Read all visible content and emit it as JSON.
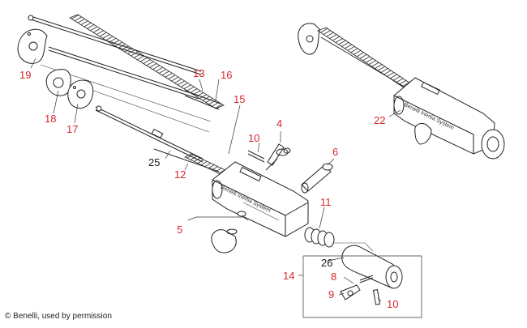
{
  "credit": "© Benelli, used by permission",
  "body_engraving": "Benelli Inertia System",
  "callouts": [
    {
      "id": "19",
      "text": "19",
      "color": "red"
    },
    {
      "id": "13",
      "text": "13",
      "color": "red"
    },
    {
      "id": "16",
      "text": "16",
      "color": "red"
    },
    {
      "id": "15",
      "text": "15",
      "color": "red"
    },
    {
      "id": "18",
      "text": "18",
      "color": "red"
    },
    {
      "id": "17",
      "text": "17",
      "color": "red"
    },
    {
      "id": "10a",
      "text": "10",
      "color": "red"
    },
    {
      "id": "4",
      "text": "4",
      "color": "red"
    },
    {
      "id": "6",
      "text": "6",
      "color": "red"
    },
    {
      "id": "25",
      "text": "25",
      "color": "black"
    },
    {
      "id": "12",
      "text": "12",
      "color": "red"
    },
    {
      "id": "22",
      "text": "22",
      "color": "red"
    },
    {
      "id": "11",
      "text": "11",
      "color": "red"
    },
    {
      "id": "5",
      "text": "5",
      "color": "red"
    },
    {
      "id": "26",
      "text": "26",
      "color": "black"
    },
    {
      "id": "14",
      "text": "14",
      "color": "red"
    },
    {
      "id": "8",
      "text": "8",
      "color": "red"
    },
    {
      "id": "9",
      "text": "9",
      "color": "red"
    },
    {
      "id": "10b",
      "text": "10",
      "color": "red"
    }
  ],
  "colors": {
    "callout_red": "#d9262b",
    "callout_black": "#1a1a1a",
    "line_art": "#222222",
    "background": "#ffffff"
  }
}
